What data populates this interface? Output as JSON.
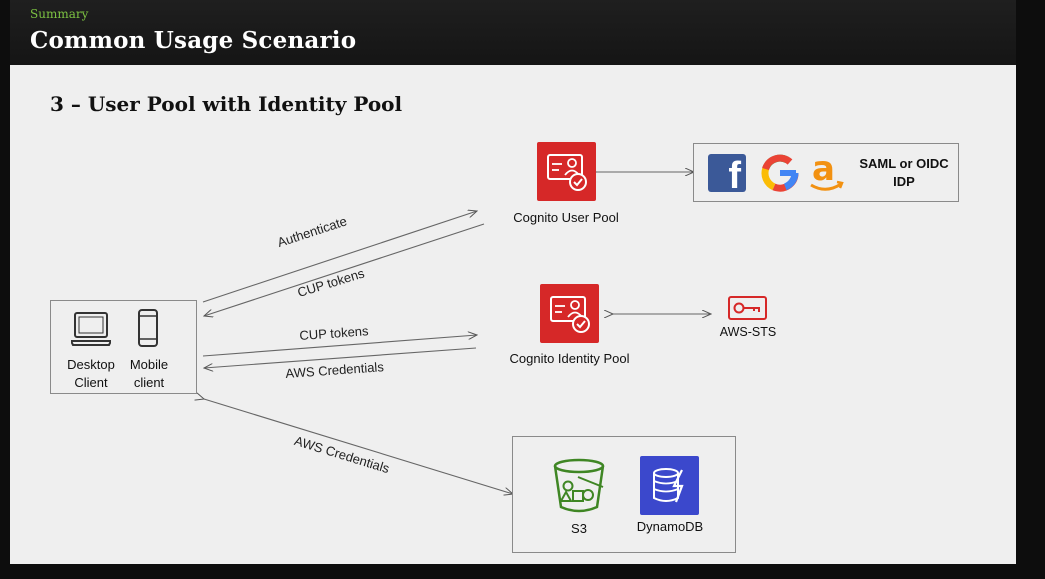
{
  "header": {
    "section": "Summary",
    "title": "Common Usage Scenario"
  },
  "subtitle": "3 – User Pool with Identity Pool",
  "client": {
    "desktop_label": "Desktop\nClient",
    "mobile_label": "Mobile\nclient"
  },
  "user_pool": {
    "label": "Cognito User Pool"
  },
  "identity_pool": {
    "label": "Cognito Identity Pool"
  },
  "idp": {
    "label": "SAML or OIDC\nIDP",
    "providers": [
      "facebook-icon",
      "google-icon",
      "amazon-icon"
    ]
  },
  "sts": {
    "label": "AWS-STS"
  },
  "storage": {
    "s3_label": "S3",
    "dynamodb_label": "DynamoDB"
  },
  "arrows": {
    "authenticate": "Authenticate",
    "cup_tokens_1": "CUP tokens",
    "cup_tokens_2": "CUP tokens",
    "aws_credentials_1": "AWS Credentials",
    "aws_credentials_2": "AWS Credentials"
  },
  "colors": {
    "cognito": "#d62828",
    "s3": "#3f8624",
    "dynamodb": "#3b48cc",
    "facebook": "#3b5998",
    "amazon": "#f29111",
    "accent": "#7cc242"
  }
}
